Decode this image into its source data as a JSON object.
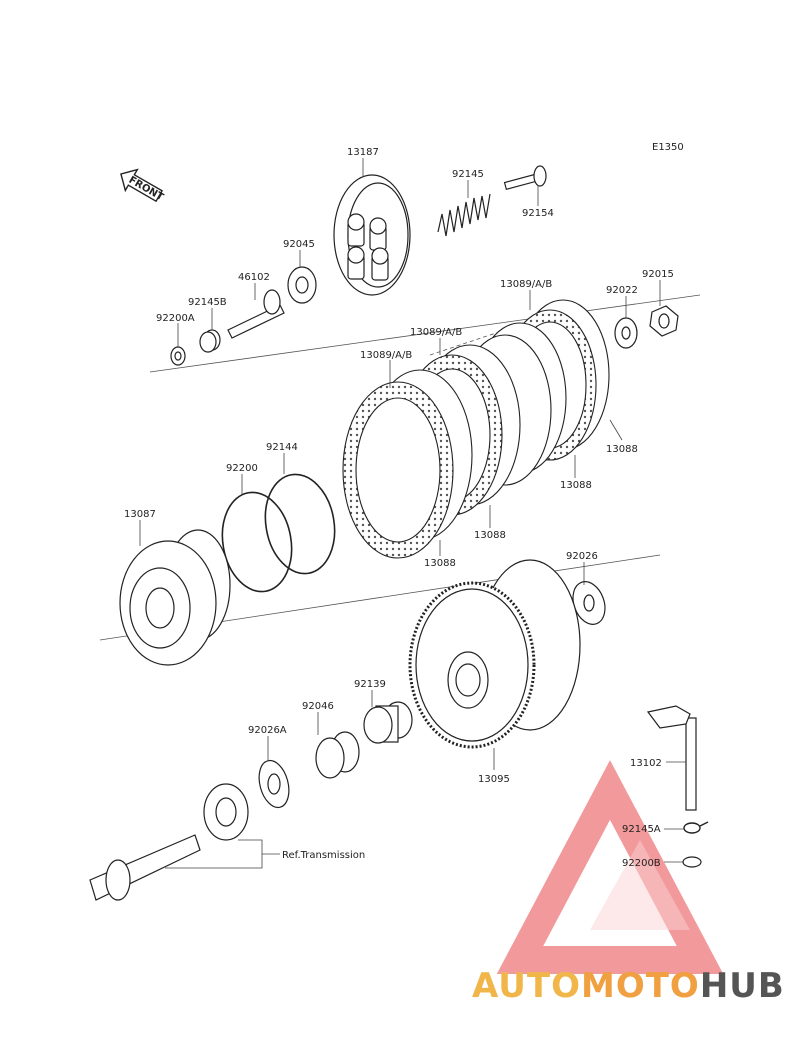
{
  "diagram_code": "E1350",
  "front_label": "FRONT",
  "ref_note": "Ref.Transmission",
  "parts": [
    {
      "id": "13187",
      "label": "13187"
    },
    {
      "id": "92145",
      "label": "92145"
    },
    {
      "id": "92154",
      "label": "92154"
    },
    {
      "id": "92045",
      "label": "92045"
    },
    {
      "id": "46102",
      "label": "46102"
    },
    {
      "id": "92145B",
      "label": "92145B"
    },
    {
      "id": "92200A",
      "label": "92200A"
    },
    {
      "id": "13089_1",
      "label": "13089/A/B"
    },
    {
      "id": "13089_2",
      "label": "13089/A/B"
    },
    {
      "id": "13089_3",
      "label": "13089/A/B"
    },
    {
      "id": "92022",
      "label": "92022"
    },
    {
      "id": "92015",
      "label": "92015"
    },
    {
      "id": "13088_1",
      "label": "13088"
    },
    {
      "id": "13088_2",
      "label": "13088"
    },
    {
      "id": "13088_3",
      "label": "13088"
    },
    {
      "id": "13088_4",
      "label": "13088"
    },
    {
      "id": "92144",
      "label": "92144"
    },
    {
      "id": "92200",
      "label": "92200"
    },
    {
      "id": "13087",
      "label": "13087"
    },
    {
      "id": "92026",
      "label": "92026"
    },
    {
      "id": "92139",
      "label": "92139"
    },
    {
      "id": "92046",
      "label": "92046"
    },
    {
      "id": "92026A",
      "label": "92026A"
    },
    {
      "id": "13095",
      "label": "13095"
    },
    {
      "id": "13102",
      "label": "13102"
    },
    {
      "id": "92145A",
      "label": "92145A"
    },
    {
      "id": "92200B",
      "label": "92200B"
    }
  ],
  "watermark": {
    "part1": "AUTO",
    "part2": "MOTO",
    "part3": "HUB"
  },
  "colors": {
    "line": "#333333",
    "watermark_red": "#e8474a",
    "watermark_orange": "#f0a040",
    "watermark_gray": "#555555"
  }
}
